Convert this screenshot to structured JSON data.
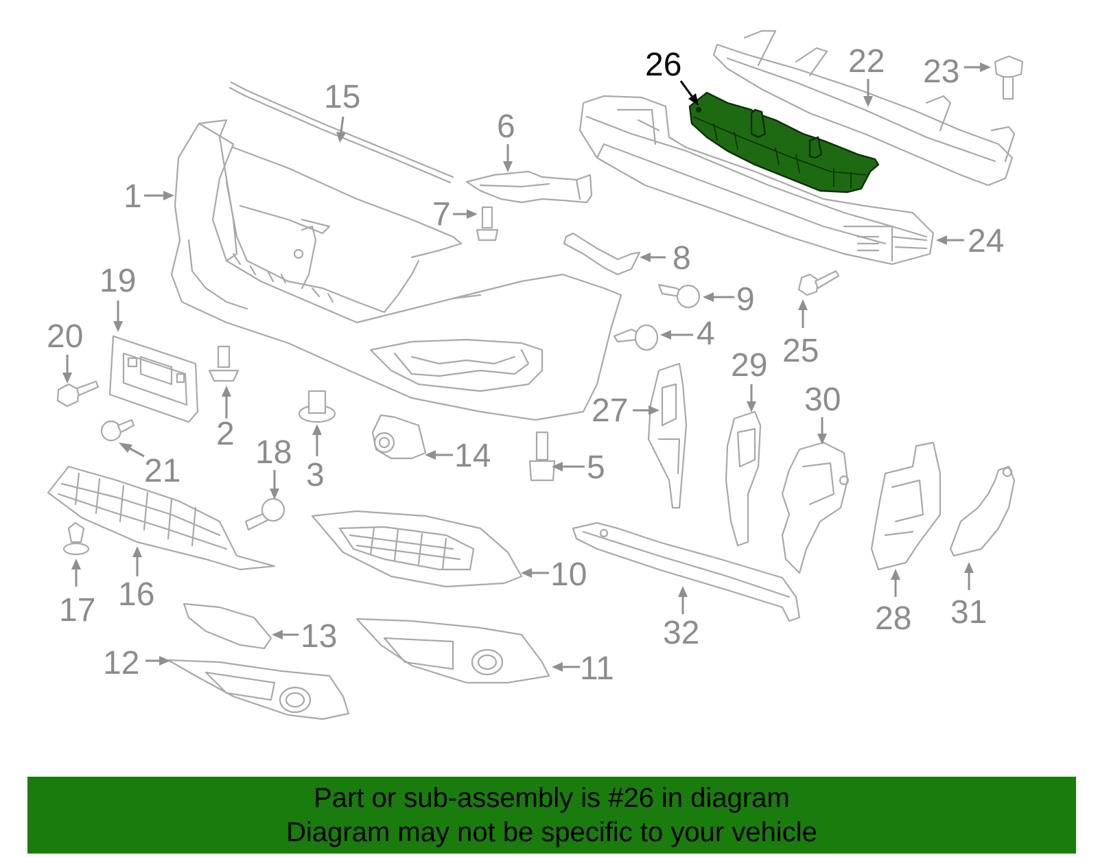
{
  "diagram": {
    "highlight_color": "#1e6a13",
    "callouts": [
      "1",
      "2",
      "3",
      "4",
      "5",
      "6",
      "7",
      "8",
      "9",
      "10",
      "11",
      "12",
      "13",
      "14",
      "15",
      "16",
      "17",
      "18",
      "19",
      "20",
      "21",
      "22",
      "23",
      "24",
      "25",
      "26",
      "27",
      "28",
      "29",
      "30",
      "31",
      "32"
    ],
    "highlighted_callout": "26"
  },
  "banner": {
    "line1": "Part or sub-assembly is #26 in diagram",
    "line2": "Diagram may not be specific to your vehicle",
    "background": "#1a7c0c"
  }
}
